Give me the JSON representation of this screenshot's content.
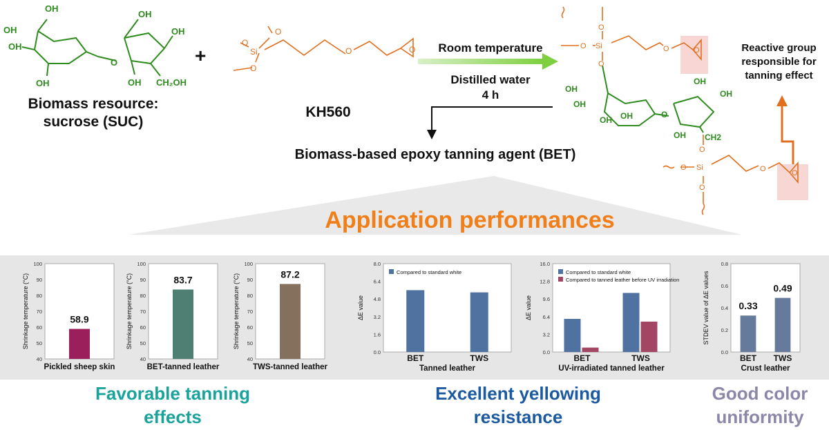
{
  "top": {
    "sucrose_label": "Biomass resource:\nsucrose (SUC)",
    "kh560_label": "KH560",
    "plus": "+",
    "condition_1": "Room temperature",
    "condition_2": "Distilled water",
    "condition_3": "4 h",
    "product_label": "Biomass-based epoxy tanning agent (BET)",
    "reactive_note": "Reactive group\nresponsible for\ntanning effect",
    "application_title": "Application performances"
  },
  "structure_labels": {
    "oh": "OH",
    "ch2oh": "CH₂OH",
    "ch2": "CH2",
    "o": "O",
    "si": "Si"
  },
  "categories": {
    "tanning": "Favorable tanning\neffects",
    "yellowing": "Excellent yellowing\nresistance",
    "uniformity": "Good color\nuniformity"
  },
  "colors": {
    "green": "#2e8b1e",
    "orange_struct": "#e07020",
    "orange_title": "#f07f1a",
    "teal": "#1aa39a",
    "blue": "#1b5aa0",
    "lavender": "#8c86a8",
    "bar_maroon": "#9a1f5a",
    "bar_green": "#4e7f72",
    "bar_brown": "#85705e",
    "bar_blue": "#4f72a0",
    "bar_rose": "#a34663",
    "bar_slate": "#667a9c"
  },
  "chart_data": [
    {
      "type": "bar",
      "ylabel": "Shrinkage temperature (°C)",
      "xlabel": "Pickled sheep skin",
      "ylim": [
        40,
        100
      ],
      "yticks": [
        40,
        50,
        60,
        70,
        80,
        90,
        100
      ],
      "categories": [
        ""
      ],
      "series": [
        {
          "values": [
            58.9
          ]
        }
      ],
      "data_labels": [
        "58.9"
      ]
    },
    {
      "type": "bar",
      "ylabel": "Shrinkage temperature (°C)",
      "xlabel": "BET-tanned leather",
      "ylim": [
        40,
        100
      ],
      "yticks": [
        40,
        50,
        60,
        70,
        80,
        90,
        100
      ],
      "categories": [
        ""
      ],
      "series": [
        {
          "values": [
            83.7
          ]
        }
      ],
      "data_labels": [
        "83.7"
      ]
    },
    {
      "type": "bar",
      "ylabel": "Shrinkage temperature (°C)",
      "xlabel": "TWS-tanned leather",
      "ylim": [
        40,
        100
      ],
      "yticks": [
        40,
        50,
        60,
        70,
        80,
        90,
        100
      ],
      "categories": [
        ""
      ],
      "series": [
        {
          "values": [
            87.2
          ]
        }
      ],
      "data_labels": [
        "87.2"
      ]
    },
    {
      "type": "bar",
      "ylabel": "ΔE value",
      "xlabel": "Tanned leather",
      "ylim": [
        0,
        8
      ],
      "yticks": [
        "0.0",
        "1.6",
        "3.2",
        "4.8",
        "6.4",
        "8.0"
      ],
      "categories": [
        "BET",
        "TWS"
      ],
      "series": [
        {
          "name": "Compared to standard white",
          "values": [
            5.6,
            5.4
          ]
        }
      ],
      "legend": "top-left"
    },
    {
      "type": "bar",
      "ylabel": "ΔE value",
      "xlabel": "UV-irradiated tanned leather",
      "ylim": [
        0,
        16
      ],
      "yticks": [
        "0.0",
        "3.2",
        "6.4",
        "9.6",
        "12.8",
        "16.0"
      ],
      "categories": [
        "BET",
        "TWS"
      ],
      "series": [
        {
          "name": "Compared to standard white",
          "values": [
            6.0,
            10.7
          ]
        },
        {
          "name": "Compared to tanned leather before UV irradiation",
          "values": [
            0.8,
            5.5
          ]
        }
      ],
      "legend": "top-left"
    },
    {
      "type": "bar",
      "ylabel": "STDEV value of ΔE values",
      "xlabel": "Crust leather",
      "ylim": [
        0,
        0.8
      ],
      "yticks": [
        "0.0",
        "0.2",
        "0.4",
        "0.6",
        "0.8"
      ],
      "categories": [
        "BET",
        "TWS"
      ],
      "series": [
        {
          "values": [
            0.33,
            0.49
          ]
        }
      ],
      "data_labels": [
        "0.33",
        "0.49"
      ]
    }
  ]
}
